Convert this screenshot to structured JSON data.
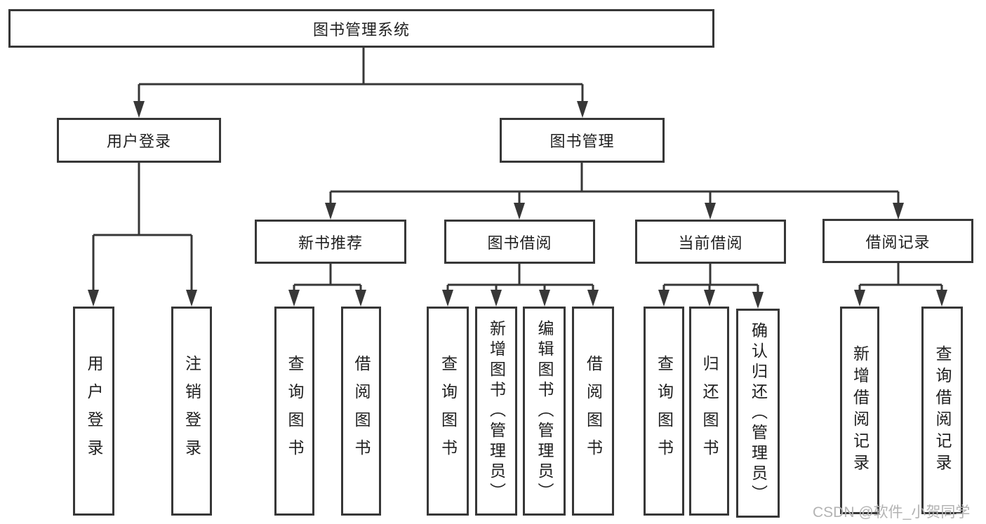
{
  "colors": {
    "line": "#373737",
    "text": "#1f1f1f",
    "watermark": "#b3b3b3",
    "background": "#ffffff"
  },
  "watermark": {
    "text": "CSDN @软件_小贺同学"
  },
  "diagram": {
    "root": {
      "label": "图书管理系统"
    },
    "branches": [
      {
        "label": "用户登录",
        "children": [
          {
            "label": "用户登录"
          },
          {
            "label": "注销登录"
          }
        ]
      },
      {
        "label": "图书管理",
        "children": [
          {
            "label": "新书推荐",
            "children": [
              {
                "label": "查询图书"
              },
              {
                "label": "借阅图书"
              }
            ]
          },
          {
            "label": "图书借阅",
            "children": [
              {
                "label": "查询图书"
              },
              {
                "label": "新增图书（管理员）"
              },
              {
                "label": "编辑图书（管理员）"
              },
              {
                "label": "借阅图书"
              }
            ]
          },
          {
            "label": "当前借阅",
            "children": [
              {
                "label": "查询图书"
              },
              {
                "label": "归还图书"
              },
              {
                "label": "确认归还（管理员）"
              }
            ]
          },
          {
            "label": "借阅记录",
            "children": [
              {
                "label": "新增借阅记录"
              },
              {
                "label": "查询借阅记录"
              }
            ]
          }
        ]
      }
    ]
  }
}
